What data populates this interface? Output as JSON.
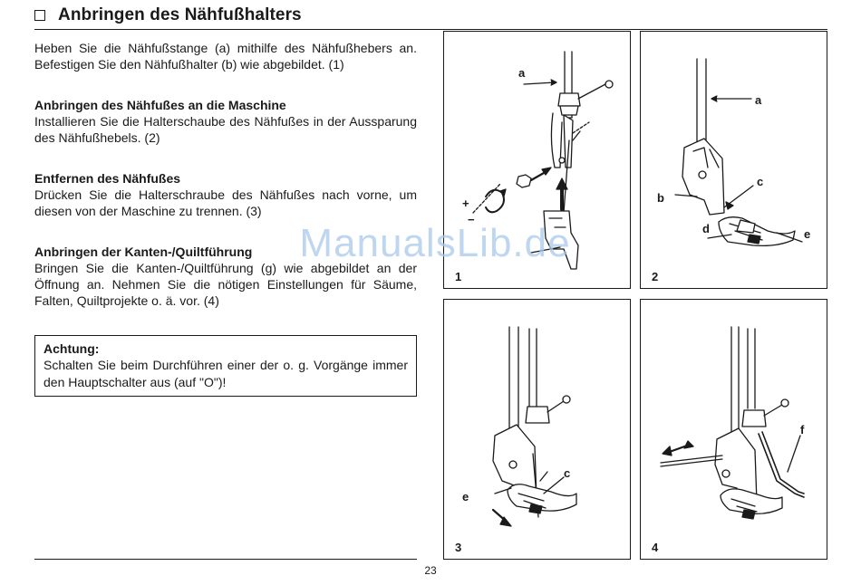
{
  "title": "Anbringen des Nähfußhalters",
  "intro": "Heben Sie die Nähfußstange (a) mithilfe des Nähfußhebers an. Befestigen Sie den Nähfußhalter (b) wie abgebildet. (1)",
  "sections": [
    {
      "heading": "Anbringen des Nähfußes an die Maschine",
      "text": "Installieren Sie die Halterschaube des Nähfußes in der Aussparung des Nähfußhebels. (2)"
    },
    {
      "heading": "Entfernen des Nähfußes",
      "text": "Drücken Sie die Halterschraube des Nähfußes nach vorne, um diesen von der Maschine zu trennen. (3)"
    },
    {
      "heading": "Anbringen der Kanten-/Quiltführung",
      "text": "Bringen Sie die Kanten-/Quiltführung (g) wie abgebildet an der Öffnung an. Nehmen Sie die nötigen Einstellungen für Säume, Falten, Quiltprojekte o. ä. vor. (4)"
    }
  ],
  "notice": {
    "heading": "Achtung:",
    "text": "Schalten Sie beim Durchführen einer der o. g. Vorgänge immer den Hauptschalter aus (auf \"O\")!"
  },
  "figures": [
    {
      "number": "1",
      "labels": [
        "a",
        "+",
        "−"
      ]
    },
    {
      "number": "2",
      "labels": [
        "a",
        "b",
        "c",
        "d",
        "e"
      ]
    },
    {
      "number": "3",
      "labels": [
        "c",
        "e"
      ]
    },
    {
      "number": "4",
      "labels": [
        "f"
      ]
    }
  ],
  "watermark": "ManualsLib.de",
  "page_number": "23"
}
